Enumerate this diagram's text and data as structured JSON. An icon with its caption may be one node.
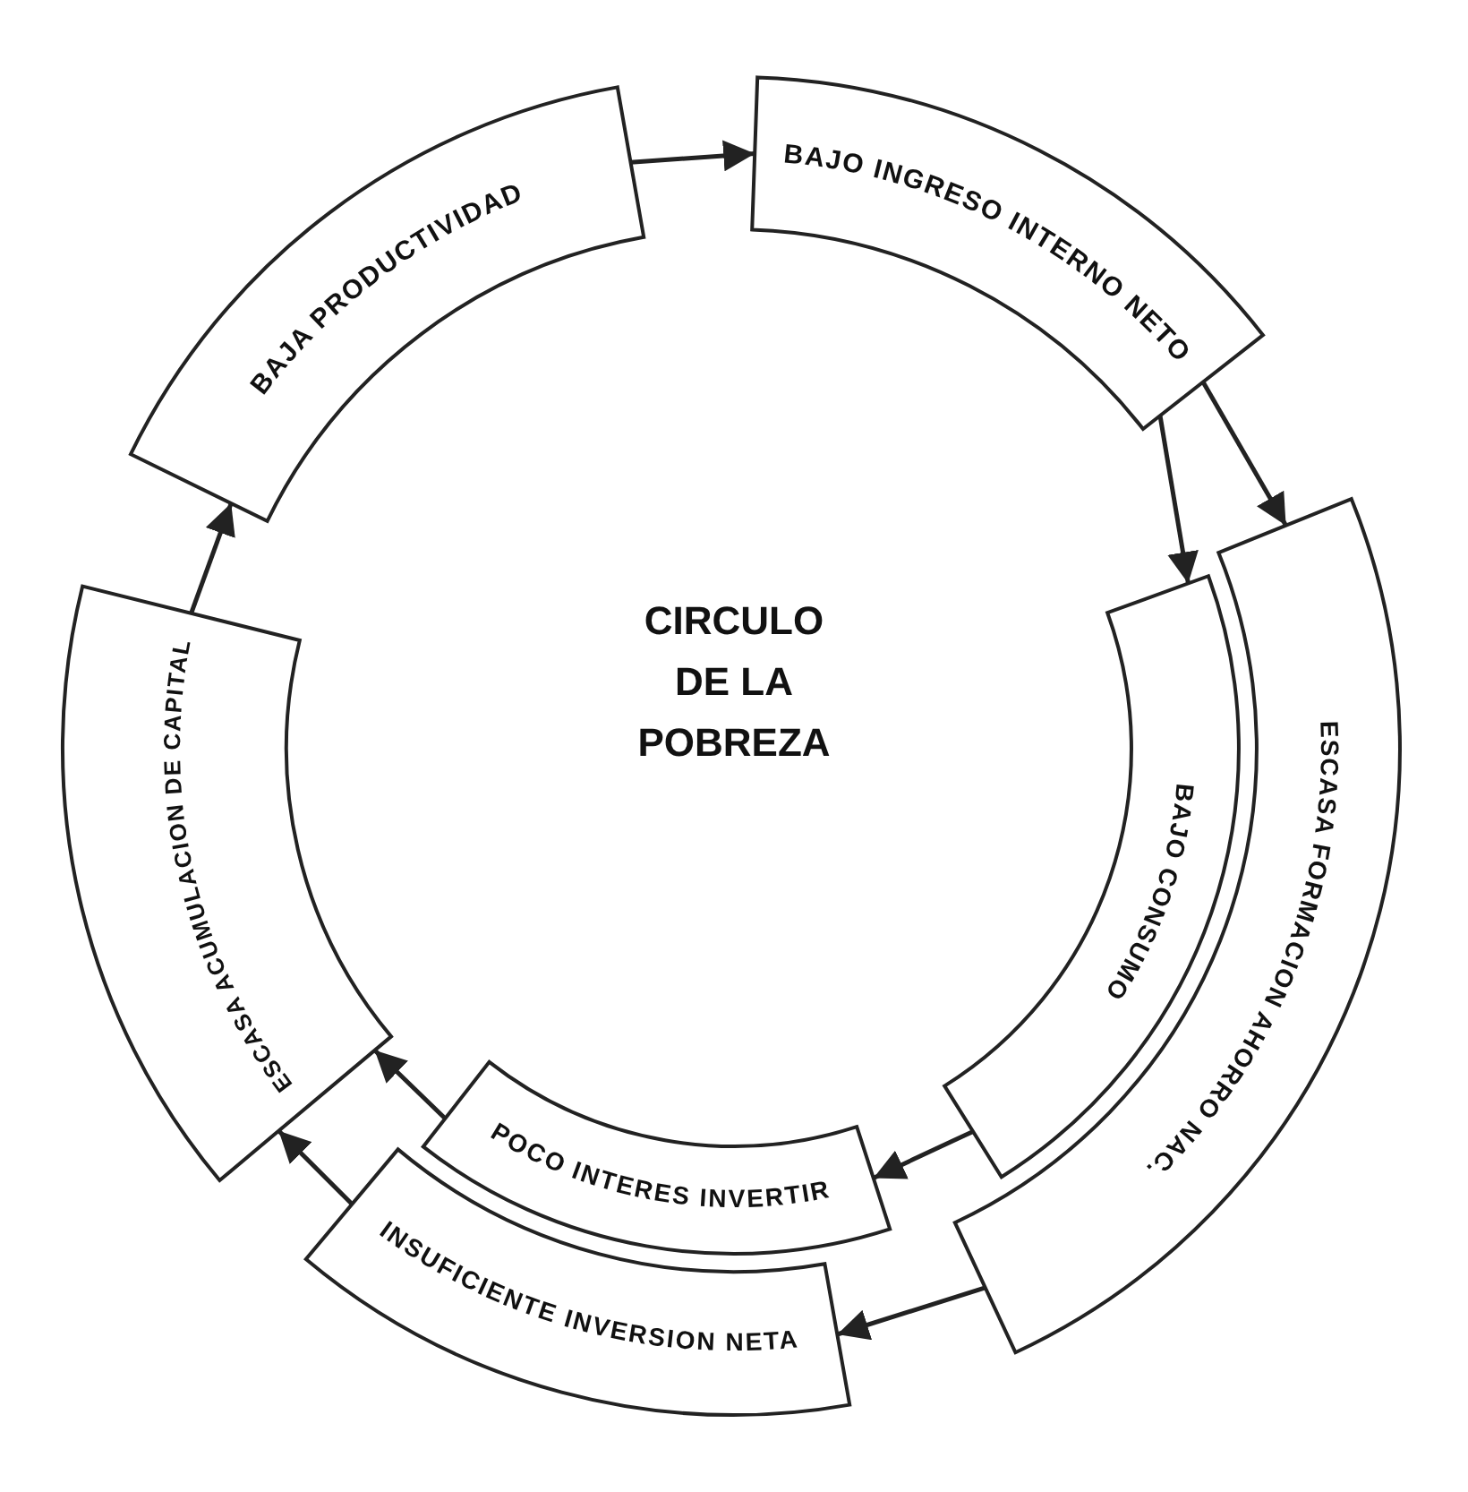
{
  "diagram": {
    "nodes": [
      {
        "text": [
          "BAJA PRODUCTIVIDAD"
        ]
      },
      {
        "text": [
          "BAJO INGRESO INTERNO NETO"
        ]
      },
      {
        "text": [
          "BAJO CONSUMO"
        ]
      },
      {
        "text": [
          "ESCASA FORMACION AHORRO NAC."
        ]
      },
      {
        "text": [
          "POCO INTERES INVERTIR"
        ]
      },
      {
        "text": [
          "INSUFICIENTE INVERSION NETA"
        ]
      },
      {
        "text": [
          "ESCASA ACUMULACION DE CAPITAL"
        ]
      }
    ],
    "edges": [
      {
        "from": 0,
        "to": 1,
        "arrow": "to"
      },
      {
        "from": 1,
        "to": 2,
        "arrow": "to"
      },
      {
        "from": 1,
        "to": 3,
        "arrow": "to"
      },
      {
        "from": 2,
        "to": 4,
        "arrow": "to"
      },
      {
        "from": 3,
        "to": 5,
        "arrow": "to"
      },
      {
        "from": 4,
        "to": 6,
        "arrow": "to"
      },
      {
        "from": 5,
        "to": 6,
        "arrow": "to"
      },
      {
        "from": 6,
        "to": 0,
        "arrow": "to"
      }
    ],
    "labels": [
      "CIRCULO DE LA POBREZA"
    ]
  }
}
